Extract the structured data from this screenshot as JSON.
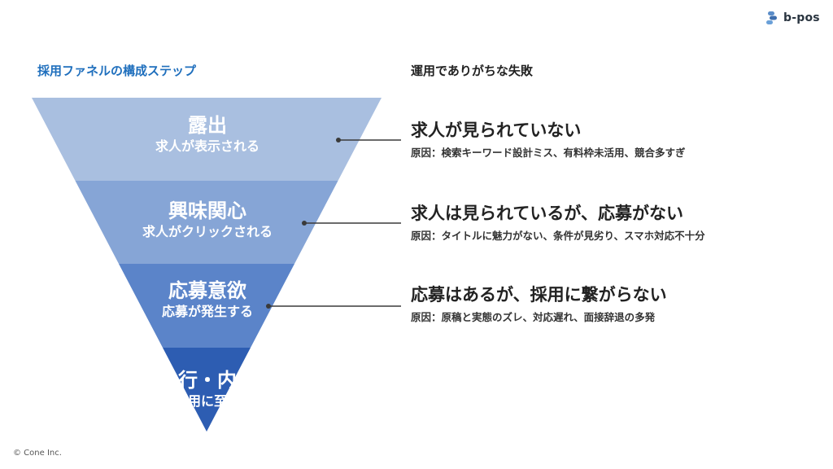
{
  "brand": {
    "name": "b-pos",
    "icon": "b-pos-logo-icon",
    "color": "#5b8dc9"
  },
  "headings": {
    "funnel": "採用ファネルの構成ステップ",
    "failures": "運用でありがちな失敗"
  },
  "colors": {
    "heading_accent": "#1f6fbd",
    "connector": "#3a3a3a"
  },
  "stages": [
    {
      "title": "露出",
      "subtitle": "求人が表示される",
      "color": "#a9bfe0"
    },
    {
      "title": "興味関心",
      "subtitle": "求人がクリックされる",
      "color": "#86a5d6"
    },
    {
      "title": "応募意欲",
      "subtitle": "応募が発生する",
      "color": "#5b84c9"
    },
    {
      "title": "先行・内定",
      "subtitle": "採用に至る",
      "color": "#2d5db2"
    }
  ],
  "failures": [
    {
      "title": "求人が見られていない",
      "cause": "原因：検索キーワード設計ミス、有料枠未活用、競合多すぎ"
    },
    {
      "title": "求人は見られているが、応募がない",
      "cause": "原因：タイトルに魅力がない、条件が見劣り、スマホ対応不十分"
    },
    {
      "title": "応募はあるが、採用に繋がらない",
      "cause": "原因：原稿と実態のズレ、対応遅れ、面接辞退の多発"
    }
  ],
  "footer": {
    "copyright": "© Cone Inc."
  }
}
